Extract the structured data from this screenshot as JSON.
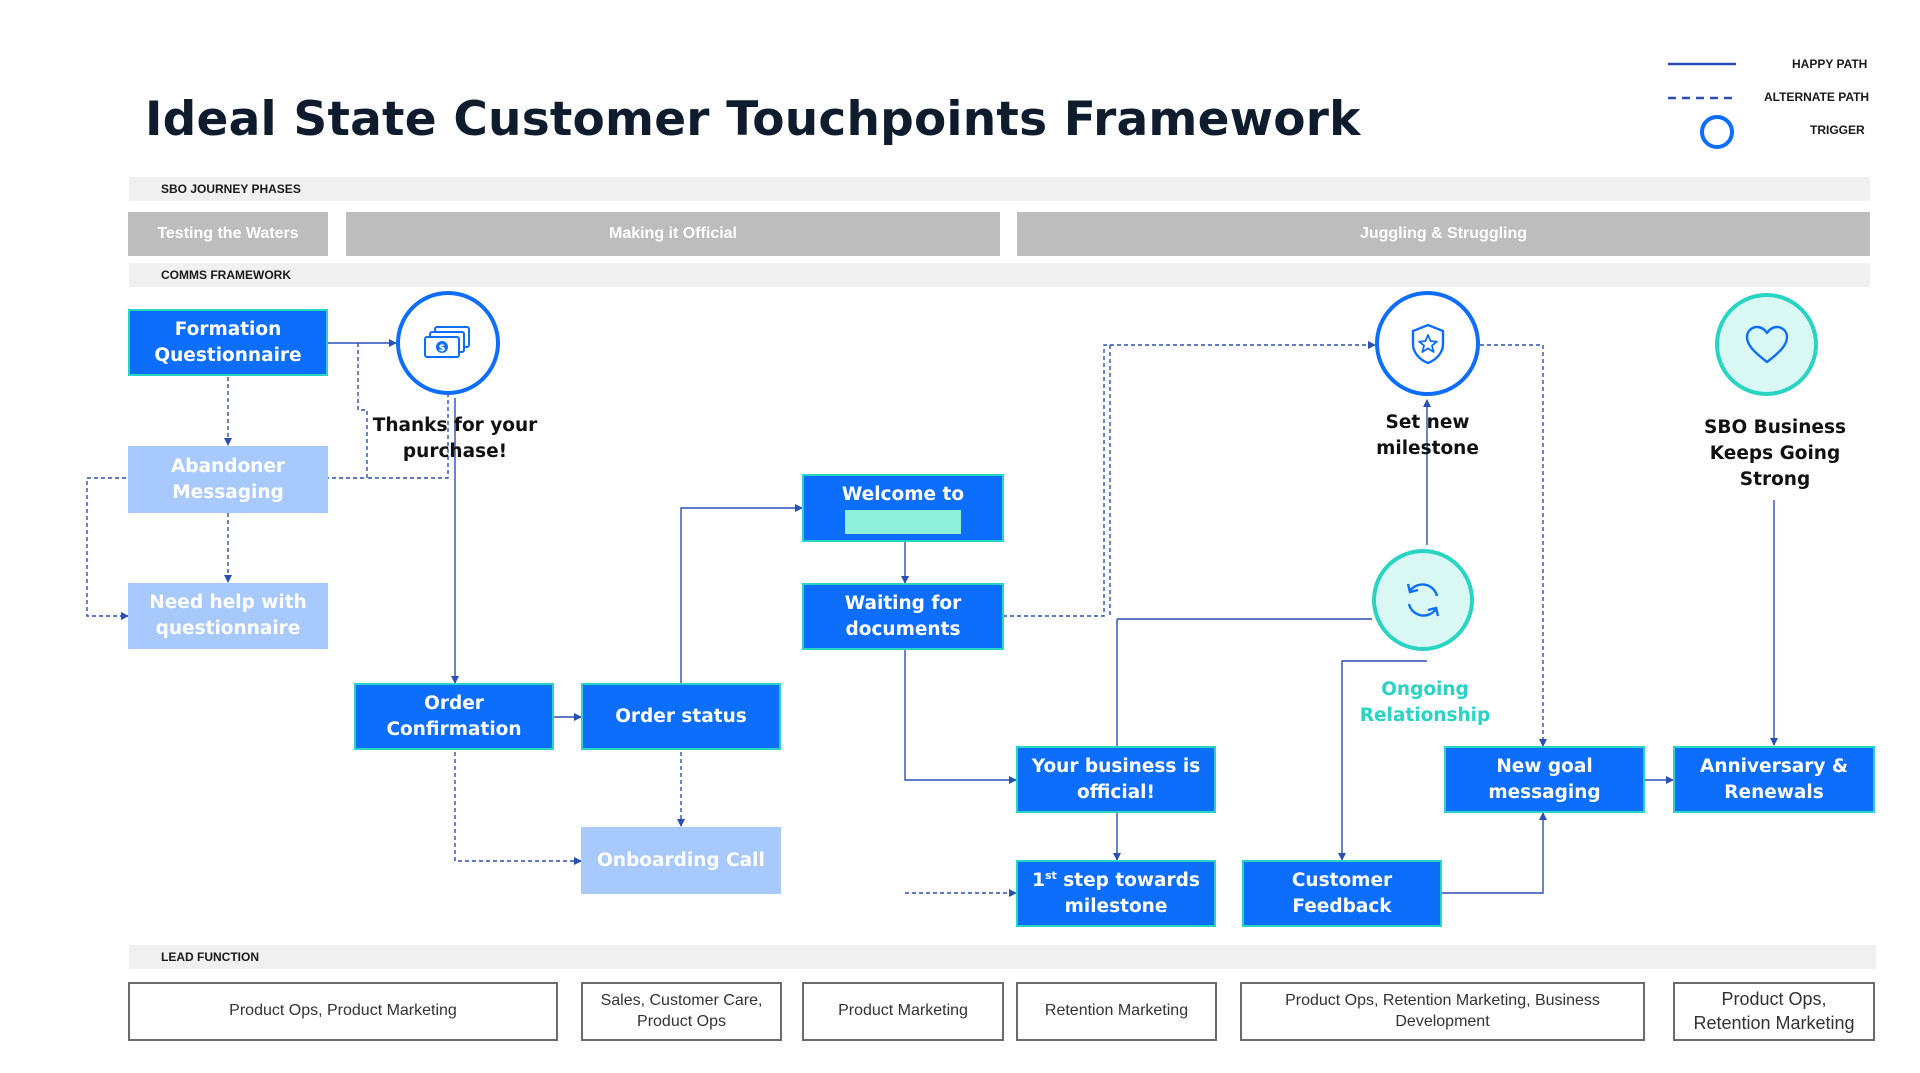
{
  "title": "Ideal State Customer Touchpoints Framework",
  "legend": {
    "happy_path": "HAPPY PATH",
    "alternate_path": "ALTERNATE PATH",
    "trigger": "TRIGGER"
  },
  "sections": {
    "journey": "SBO JOURNEY PHASES",
    "comms": "COMMS FRAMEWORK",
    "lead": "LEAD FUNCTION"
  },
  "phases": [
    "Testing the Waters",
    "Making it Official",
    "Juggling & Struggling"
  ],
  "nodes": {
    "formation": "Formation Questionnaire",
    "abandoner": "Abandoner Messaging",
    "need_help": "Need help with questionnaire",
    "thanks": "Thanks for your purchase!",
    "order_confirmation": "Order Confirmation",
    "order_status": "Order status",
    "onboarding": "Onboarding Call",
    "welcome": "Welcome to",
    "waiting": "Waiting for documents",
    "official": "Your business is official!",
    "first_step_sup": "st",
    "first_step_num": "1",
    "first_step_rest": " step towards milestone",
    "set_milestone": "Set new milestone",
    "ongoing": "Ongoing Relationship",
    "feedback": "Customer Feedback",
    "new_goal": "New goal messaging",
    "strong": "SBO Business Keeps Going Strong",
    "anniversary": "Anniversary & Renewals"
  },
  "lead_functions": [
    "Product Ops, Product Marketing",
    "Sales,  Customer Care, Product Ops",
    "Product Marketing",
    "Retention Marketing",
    "Product Ops, Retention Marketing, Business Development",
    "Product Ops, Retention Marketing"
  ],
  "icons": {
    "money": "money-icon",
    "badge": "star-badge-icon",
    "refresh": "refresh-icon",
    "heart": "heart-icon"
  },
  "colors": {
    "primary": "#0d6efb",
    "light": "#a7c9fb",
    "teal": "#28d4c2",
    "line": "#2a4fb5"
  }
}
